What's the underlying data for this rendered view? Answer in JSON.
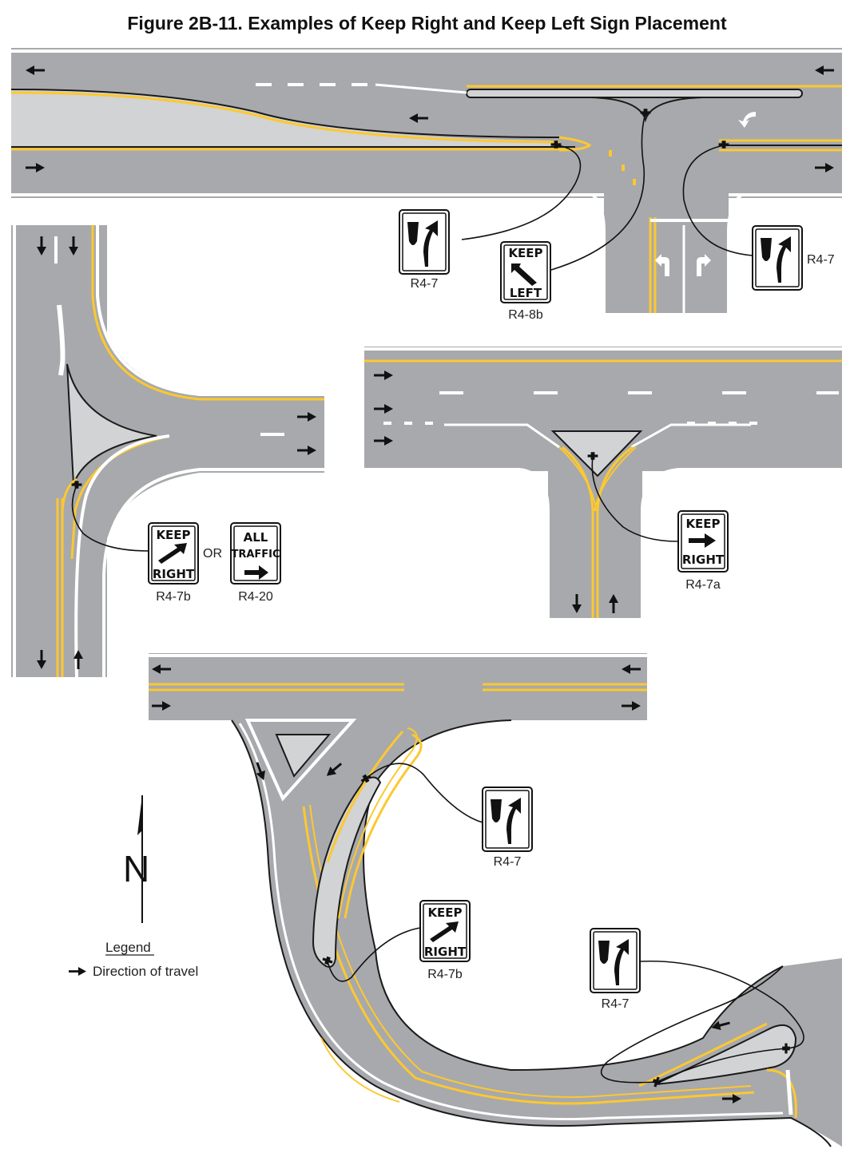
{
  "figure": {
    "title": "Figure 2B-11.  Examples of Keep Right and Keep Left Sign Placement"
  },
  "signs": {
    "r4_7_code": "R4-7",
    "r4_8b": {
      "line1": "KEEP",
      "line2": "LEFT",
      "code": "R4-8b"
    },
    "r4_7b": {
      "line1": "KEEP",
      "line2": "RIGHT",
      "code": "R4-7b"
    },
    "r4_7a": {
      "line1": "KEEP",
      "line2": "RIGHT",
      "code": "R4-7a"
    },
    "r4_20": {
      "line1": "ALL",
      "line2": "TRAFFIC",
      "code": "R4-20"
    },
    "or_label": "OR"
  },
  "legend": {
    "title": "Legend",
    "item": "Direction of travel",
    "north": "N"
  },
  "colors": {
    "road": "#a7a9ac",
    "island": "#d1d3d4",
    "yellow": "#fdc82f",
    "white": "#ffffff",
    "outline": "#1a1a1a"
  }
}
